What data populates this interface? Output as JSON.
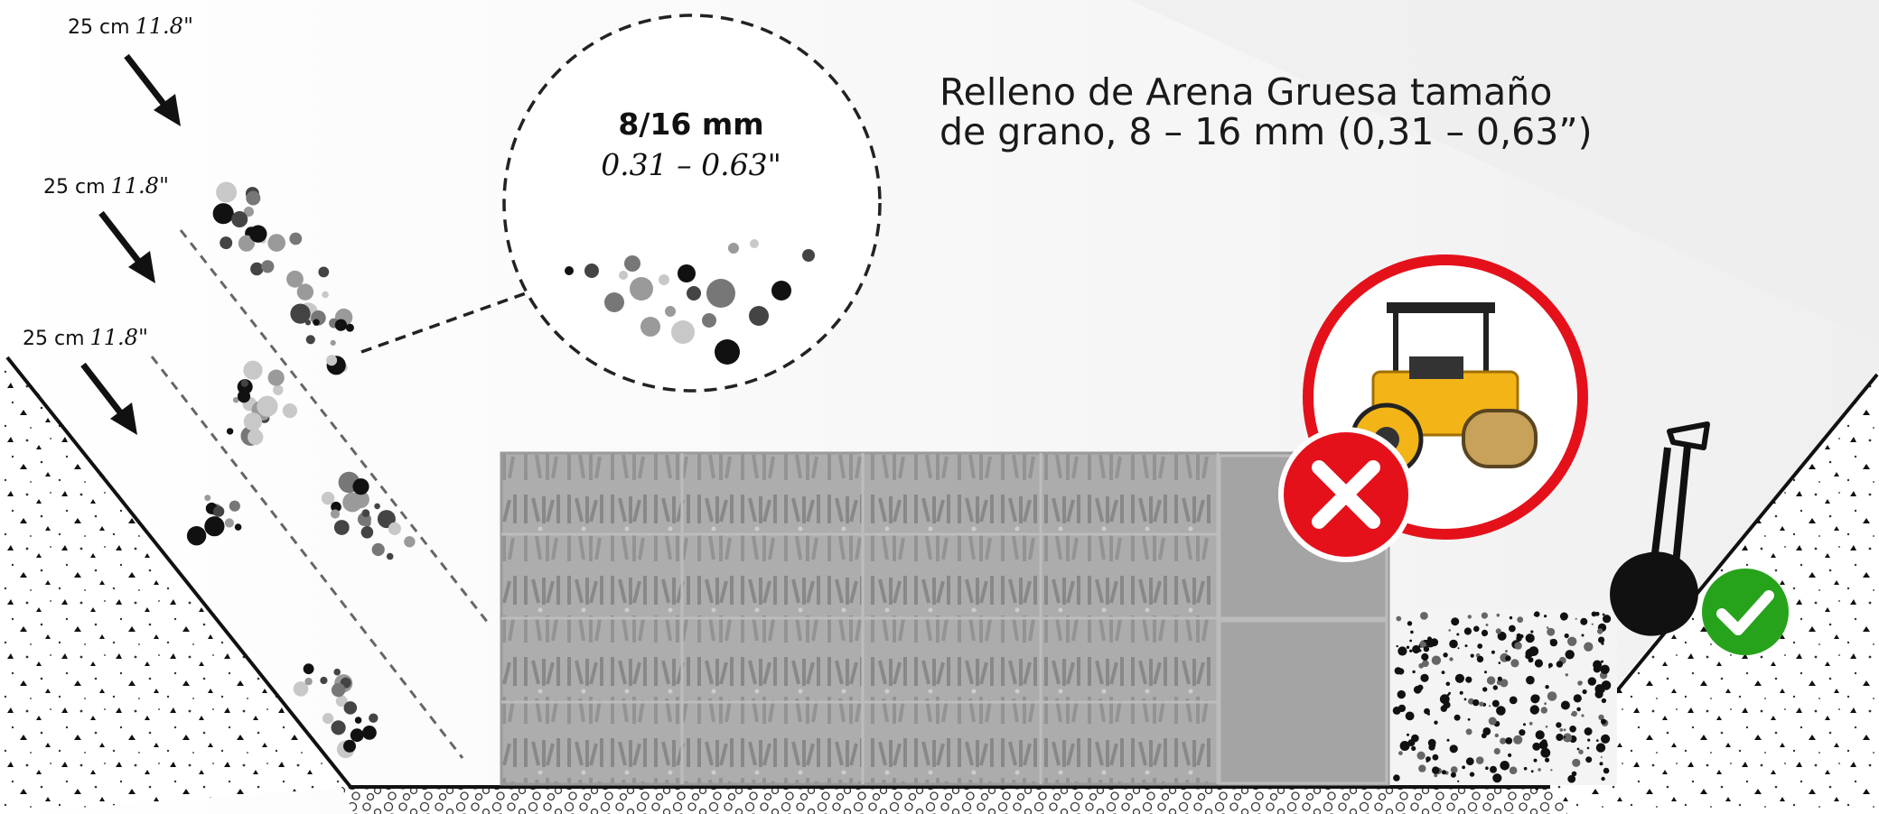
{
  "layers": [
    {
      "cm": "25 cm",
      "inch": "11.8\""
    },
    {
      "cm": "25 cm",
      "inch": "11.8\""
    },
    {
      "cm": "25 cm",
      "inch": "11.8\""
    }
  ],
  "callout": {
    "mm": "8/16 mm",
    "inch": "0.31 – 0.63\""
  },
  "title": {
    "line1": "Relleno de Arena Gruesa tamaño",
    "line2": "de grano, 8 – 16 mm (0,31 – 0,63”)"
  },
  "colors": {
    "forbidden": "#e4111b",
    "allowed": "#26a31b",
    "modules": "#a9a9a9",
    "ink": "#111111"
  },
  "icons": [
    "arrow-icon",
    "road-roller-icon",
    "cross-icon",
    "hand-roller-icon",
    "check-icon"
  ]
}
